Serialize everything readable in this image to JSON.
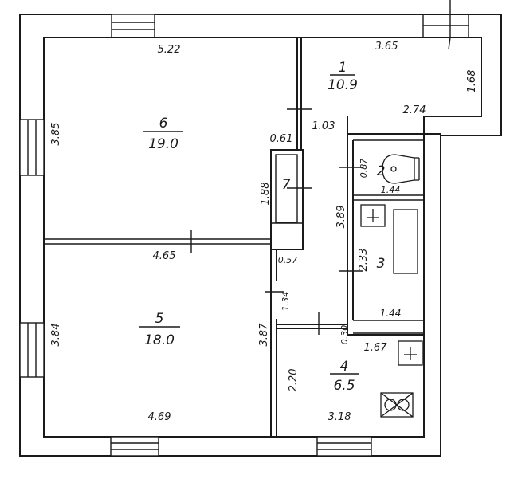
{
  "rooms": [
    {
      "number": "1",
      "area": "10.9"
    },
    {
      "number": "2",
      "area": ""
    },
    {
      "number": "3",
      "area": ""
    },
    {
      "number": "4",
      "area": "6.5"
    },
    {
      "number": "5",
      "area": "18.0"
    },
    {
      "number": "6",
      "area": "19.0"
    },
    {
      "number": "7",
      "area": ""
    }
  ],
  "dimensions": {
    "r6_top": "5.22",
    "r6_left": "3.85",
    "r6_bottom": "4.65",
    "r6_right": "0.61",
    "r1_top": "3.65",
    "r1_right": "1.68",
    "r1_bottom": "2.74",
    "corridor_width": "1.03",
    "closet_height": "1.88",
    "closet_gap": "0.57",
    "wc_height": "0.87",
    "wc_width": "1.44",
    "bath_height_total": "3.89",
    "bath_height": "2.33",
    "bath_width": "1.44",
    "r5_left": "3.84",
    "r5_bottom": "4.69",
    "r5_right": "3.87",
    "door_gap": "1.34",
    "r4_gap": "0.30",
    "r4_top": "1.67",
    "r4_left": "2.20",
    "r4_bottom": "3.18"
  }
}
